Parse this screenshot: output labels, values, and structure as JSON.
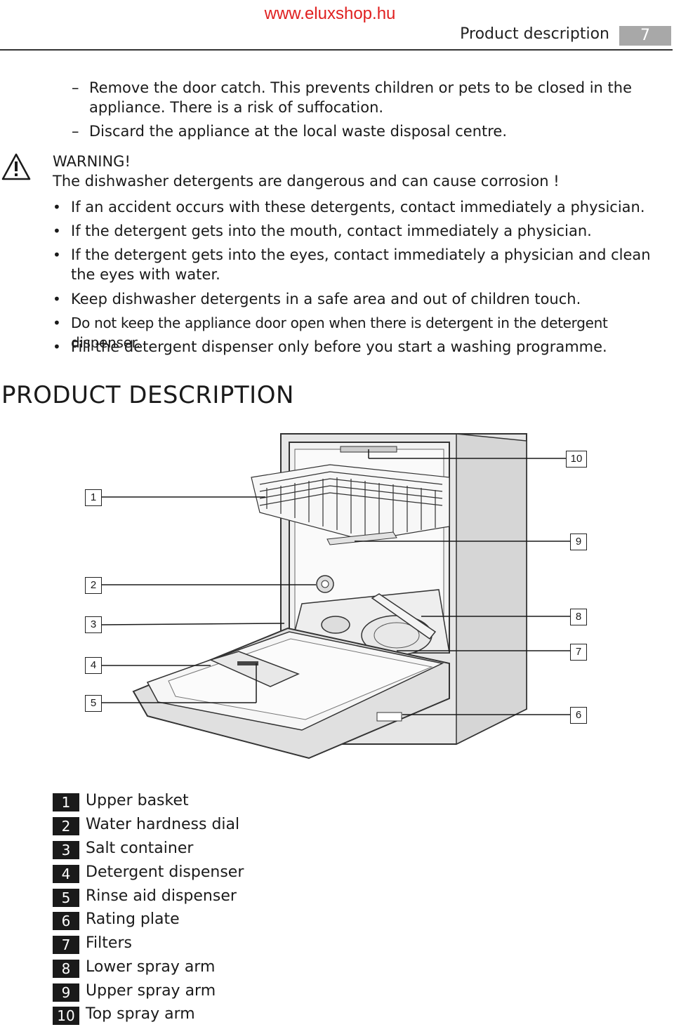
{
  "header": {
    "site": "www.eluxshop.hu",
    "section": "Product description",
    "page_number": "7"
  },
  "disposal": [
    {
      "dash": "–",
      "text": "Remove the door catch. This prevents children or pets to be closed in the appliance. There is a risk of suffocation."
    },
    {
      "dash": "–",
      "text": "Discard the appliance at the local waste disposal centre."
    }
  ],
  "warning": {
    "icon": "warning-triangle-icon",
    "title": "WARNING!",
    "subtitle": "The dishwasher detergents are dangerous and can cause corrosion !",
    "bullet_glyph": "•",
    "items": [
      "If an accident occurs with these detergents, contact immediately a physician.",
      "If the detergent gets into the mouth, contact immediately a physician.",
      "If the detergent gets into the eyes, contact immediately a physician and clean the eyes with water.",
      "Keep dishwasher detergents in a safe area and out of children touch.",
      "Do not keep the appliance door open when there is detergent in the detergent dispenser.",
      "Fill the detergent dispenser only before you start a washing programme."
    ]
  },
  "product_description": {
    "title": "PRODUCT DESCRIPTION",
    "callouts": [
      "1",
      "2",
      "3",
      "4",
      "5",
      "6",
      "7",
      "8",
      "9",
      "10"
    ],
    "legend": [
      {
        "num": "1",
        "label": "Upper basket"
      },
      {
        "num": "2",
        "label": "Water hardness dial"
      },
      {
        "num": "3",
        "label": "Salt container"
      },
      {
        "num": "4",
        "label": "Detergent dispenser"
      },
      {
        "num": "5",
        "label": "Rinse aid dispenser"
      },
      {
        "num": "6",
        "label": "Rating plate"
      },
      {
        "num": "7",
        "label": "Filters"
      },
      {
        "num": "8",
        "label": "Lower spray arm"
      },
      {
        "num": "9",
        "label": "Upper spray arm"
      },
      {
        "num": "10",
        "label": "Top spray arm"
      }
    ]
  }
}
